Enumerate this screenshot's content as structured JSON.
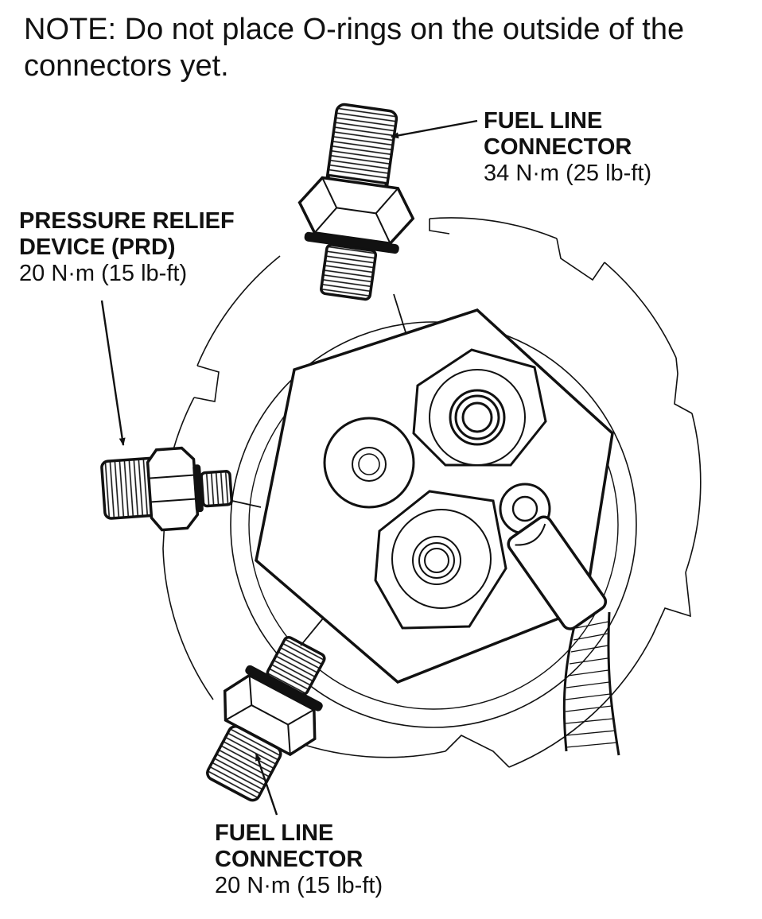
{
  "note": "NOTE: Do not place O-rings on the outside of the connectors yet.",
  "callouts": {
    "fuel_line_top": {
      "line1": "FUEL LINE",
      "line2": "CONNECTOR",
      "spec": "34 N·m (25 lb-ft)"
    },
    "prd": {
      "line1": "PRESSURE RELIEF",
      "line2": "DEVICE (PRD)",
      "spec": "20 N·m (15 lb-ft)"
    },
    "fuel_line_bottom": {
      "line1": "FUEL LINE",
      "line2": "CONNECTOR",
      "spec": "20 N·m (15 lb-ft)"
    }
  },
  "colors": {
    "ink": "#111111",
    "paper": "#ffffff"
  }
}
